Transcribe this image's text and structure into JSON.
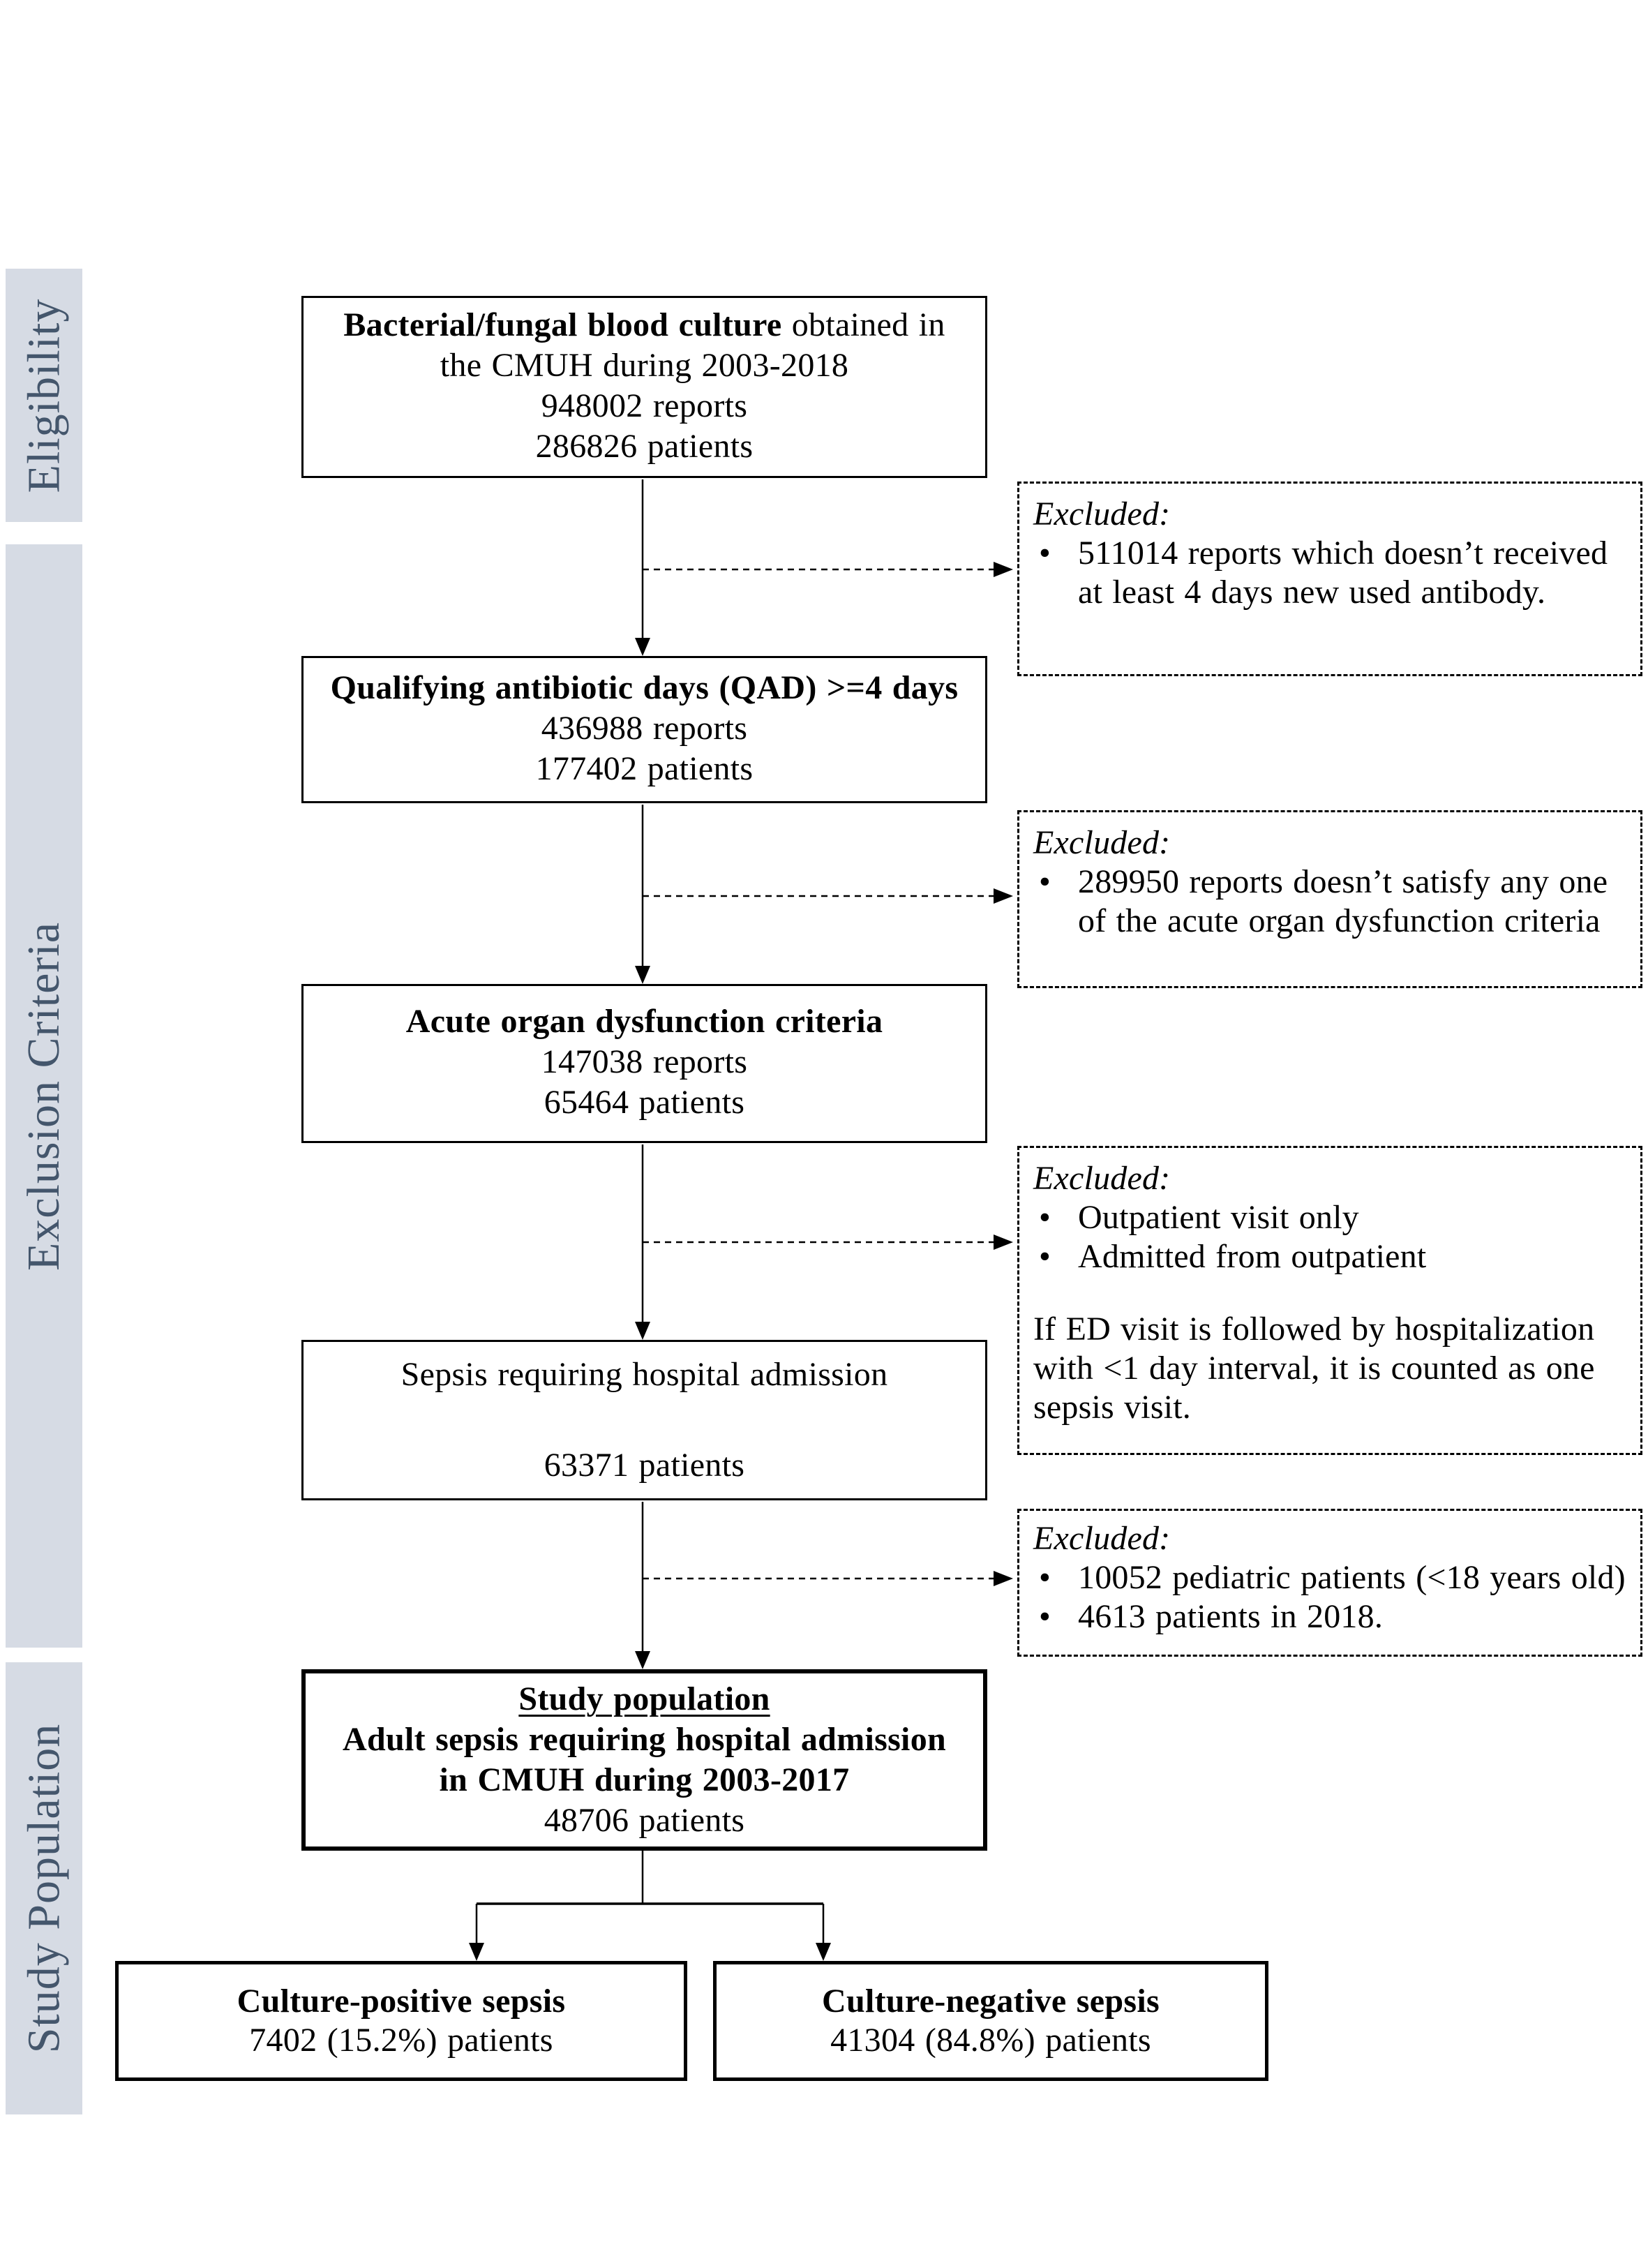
{
  "colors": {
    "band_fill": "#d6dbe4",
    "band_text": "#44566c",
    "line_color": "#000000",
    "background": "#ffffff"
  },
  "bullet_char": "•",
  "sidebar": {
    "eligibility_label": "Eligibility",
    "exclusion_label": "Exclusion Criteria",
    "population_label": "Study Population"
  },
  "flow": {
    "blood_culture": {
      "title_bold": "Bacterial/fungal blood culture",
      "title_rest": " obtained in",
      "line2": "the CMUH during 2003-2018",
      "reports": "948002 reports",
      "patients": "286826 patients"
    },
    "qad": {
      "title": "Qualifying antibiotic days (QAD) >=4 days",
      "reports": "436988 reports",
      "patients": "177402 patients"
    },
    "organ_dysfunction": {
      "title": "Acute organ dysfunction criteria",
      "reports": "147038 reports",
      "patients": "65464 patients"
    },
    "sepsis_admission": {
      "title": "Sepsis requiring hospital admission",
      "patients": "63371 patients"
    },
    "study_population": {
      "title": "Study population",
      "line2": "Adult sepsis requiring hospital admission",
      "line3": "in CMUH during 2003-2017",
      "patients": "48706 patients"
    },
    "culture_positive": {
      "title": "Culture-positive sepsis",
      "patients": "7402 (15.2%) patients"
    },
    "culture_negative": {
      "title": "Culture-negative sepsis",
      "patients": "41304 (84.8%) patients"
    }
  },
  "excluded": [
    {
      "label": "Excluded:",
      "bullets": [
        "511014 reports which doesn’t received at least 4 days new used antibody."
      ]
    },
    {
      "label": "Excluded:",
      "bullets": [
        "289950 reports doesn’t satisfy any one of the acute organ dysfunction criteria"
      ]
    },
    {
      "label": "Excluded:",
      "bullets": [
        "Outpatient visit only",
        "Admitted from outpatient"
      ],
      "note": "If ED visit is followed by hospitalization with <1 day interval, it is counted as one sepsis visit."
    },
    {
      "label": "Excluded:",
      "bullets": [
        "10052 pediatric patients (<18 years old)",
        "4613 patients in 2018."
      ]
    }
  ]
}
